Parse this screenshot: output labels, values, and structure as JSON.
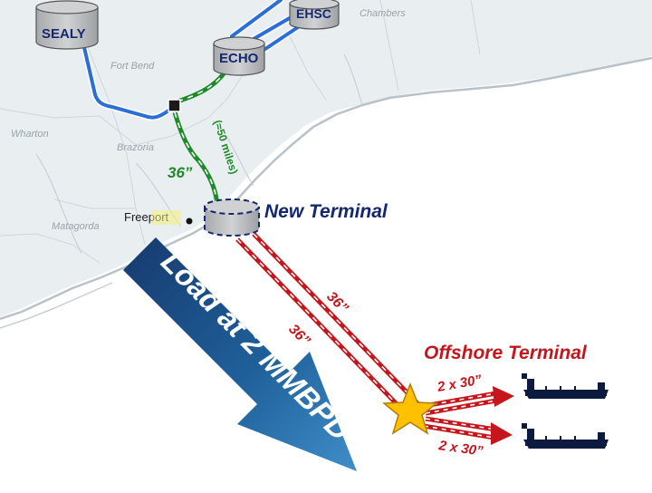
{
  "counties": {
    "chambers": "Chambers",
    "fort_bend": "Fort Bend",
    "wharton": "Wharton",
    "brazoria": "Brazoria",
    "matagorda": "Matagorda"
  },
  "tanks": {
    "sealy": "SEALY",
    "echo": "ECHO",
    "ehsc": "EHSC"
  },
  "pipelines": {
    "onshore_size": "36”",
    "onshore_distance": "(≈50 miles)",
    "offshore_upper_size": "36”",
    "offshore_lower_size": "36”",
    "tanker_upper_size": "2 x 30”",
    "tanker_lower_size": "2 x 30”"
  },
  "places": {
    "freeport_prefix": "Free",
    "freeport_highlight": "port"
  },
  "terminals": {
    "new": "New Terminal",
    "offshore": "Offshore Terminal"
  },
  "load_arrow": "Load at 2 MMBPD",
  "colors": {
    "land": "#e9eef1",
    "water": "#ffffff",
    "blue_pipeline": "#2b6fd6",
    "green_pipeline": "#1f8a2a",
    "red_pipeline": "#c4161c",
    "navy_text": "#14286e",
    "arrow_dark": "#163a6e",
    "arrow_light": "#3f8ec9",
    "star": "#ffc000",
    "highlight": "#f4f27a"
  }
}
